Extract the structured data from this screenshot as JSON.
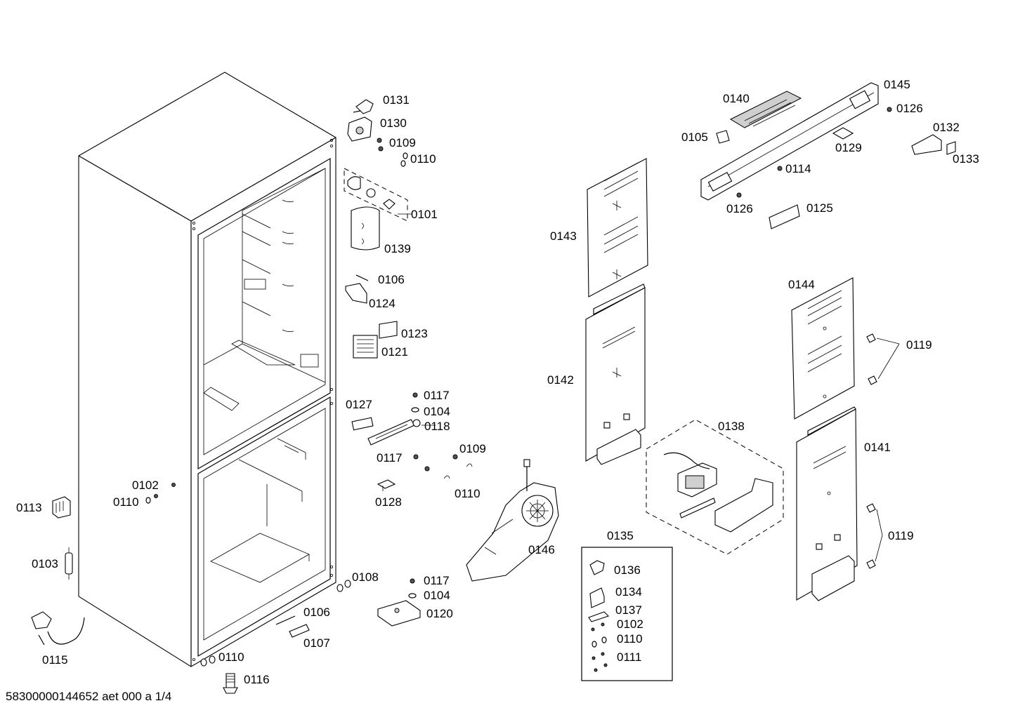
{
  "drawing": {
    "footer": "58300000144652 aet 000 a 1/4",
    "labels": [
      {
        "key": "l0131",
        "text": "0131"
      },
      {
        "key": "l0130",
        "text": "0130"
      },
      {
        "key": "l0109a",
        "text": "0109"
      },
      {
        "key": "l0110a",
        "text": "0110"
      },
      {
        "key": "l0101",
        "text": "0101"
      },
      {
        "key": "l0139",
        "text": "0139"
      },
      {
        "key": "l0106a",
        "text": "0106"
      },
      {
        "key": "l0124",
        "text": "0124"
      },
      {
        "key": "l0123",
        "text": "0123"
      },
      {
        "key": "l0121",
        "text": "0121"
      },
      {
        "key": "l0117a",
        "text": "0117"
      },
      {
        "key": "l0104a",
        "text": "0104"
      },
      {
        "key": "l0118",
        "text": "0118"
      },
      {
        "key": "l0127",
        "text": "0127"
      },
      {
        "key": "l0117b",
        "text": "0117"
      },
      {
        "key": "l0109b",
        "text": "0109"
      },
      {
        "key": "l0110b",
        "text": "0110"
      },
      {
        "key": "l0128",
        "text": "0128"
      },
      {
        "key": "l0102a",
        "text": "0102"
      },
      {
        "key": "l0110c",
        "text": "0110"
      },
      {
        "key": "l0113",
        "text": "0113"
      },
      {
        "key": "l0103",
        "text": "0103"
      },
      {
        "key": "l0115",
        "text": "0115"
      },
      {
        "key": "l0108",
        "text": "0108"
      },
      {
        "key": "l0106b",
        "text": "0106"
      },
      {
        "key": "l0107",
        "text": "0107"
      },
      {
        "key": "l0110d",
        "text": "0110"
      },
      {
        "key": "l0116",
        "text": "0116"
      },
      {
        "key": "l0117c",
        "text": "0117"
      },
      {
        "key": "l0104b",
        "text": "0104"
      },
      {
        "key": "l0120",
        "text": "0120"
      },
      {
        "key": "l0146",
        "text": "0146"
      },
      {
        "key": "l0140",
        "text": "0140"
      },
      {
        "key": "l0145",
        "text": "0145"
      },
      {
        "key": "l0126a",
        "text": "0126"
      },
      {
        "key": "l0105",
        "text": "0105"
      },
      {
        "key": "l0129",
        "text": "0129"
      },
      {
        "key": "l0132",
        "text": "0132"
      },
      {
        "key": "l0133",
        "text": "0133"
      },
      {
        "key": "l0114",
        "text": "0114"
      },
      {
        "key": "l0126b",
        "text": "0126"
      },
      {
        "key": "l0125",
        "text": "0125"
      },
      {
        "key": "l0143",
        "text": "0143"
      },
      {
        "key": "l0144",
        "text": "0144"
      },
      {
        "key": "l0119a",
        "text": "0119"
      },
      {
        "key": "l0142",
        "text": "0142"
      },
      {
        "key": "l0138",
        "text": "0138"
      },
      {
        "key": "l0141",
        "text": "0141"
      },
      {
        "key": "l0119b",
        "text": "0119"
      },
      {
        "key": "l0135",
        "text": "0135"
      },
      {
        "key": "l0136",
        "text": "0136"
      },
      {
        "key": "l0134",
        "text": "0134"
      },
      {
        "key": "l0137",
        "text": "0137"
      },
      {
        "key": "l0102b",
        "text": "0102"
      },
      {
        "key": "l0110e",
        "text": "0110"
      },
      {
        "key": "l0111",
        "text": "0111"
      }
    ]
  }
}
